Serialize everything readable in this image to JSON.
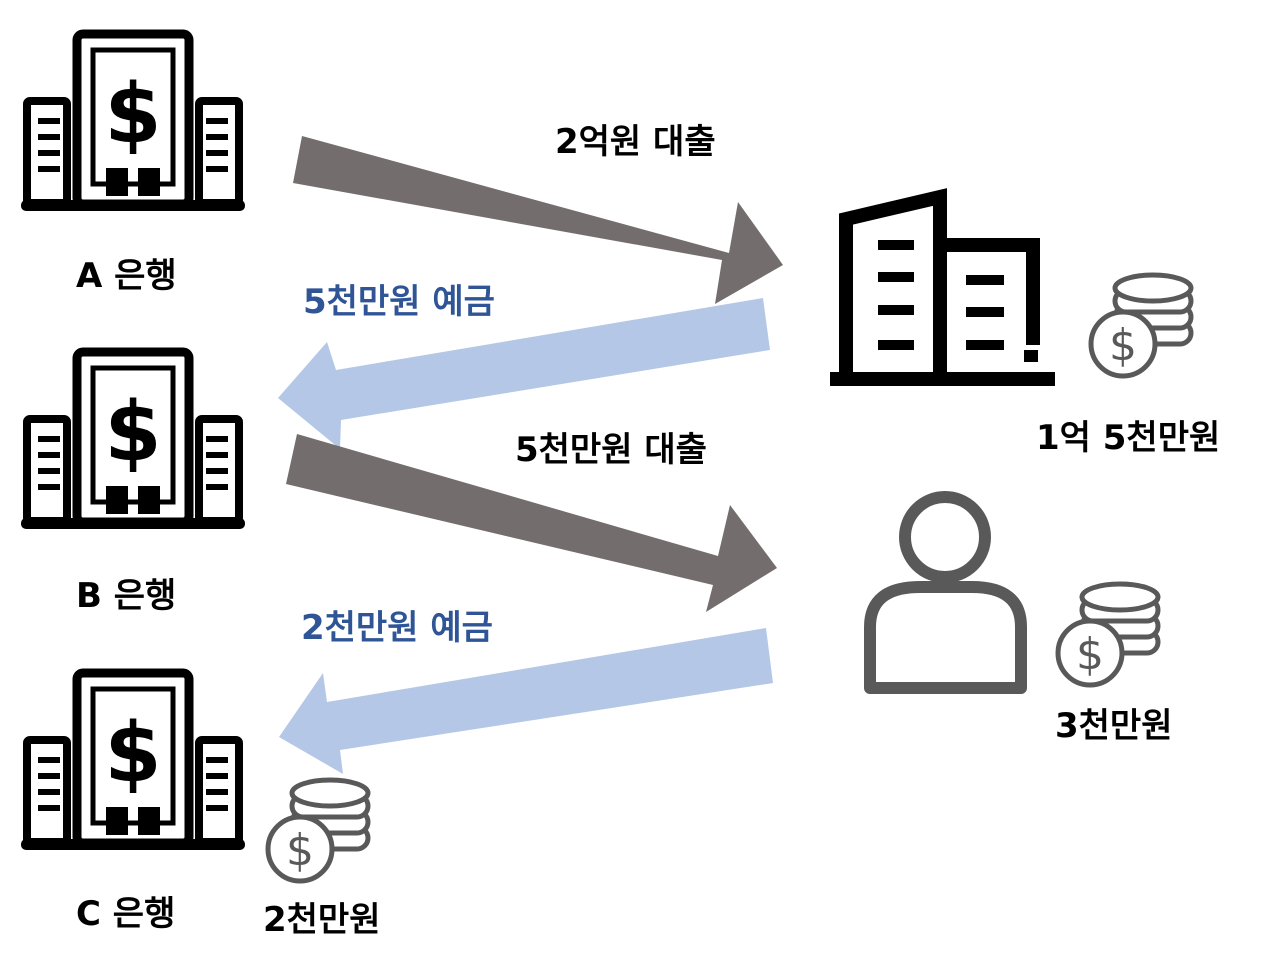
{
  "banks": {
    "a": {
      "name": "A 은행"
    },
    "b": {
      "name": "B 은행"
    },
    "c": {
      "name": "C 은행",
      "holding": "2천만원"
    }
  },
  "company": {
    "holding": "1억 5천만원"
  },
  "person": {
    "holding": "3천만원"
  },
  "flows": {
    "loan_a_to_company": "2억원 대출",
    "deposit_company_to_b": "5천만원 예금",
    "loan_b_to_person": "5천만원 대출",
    "deposit_person_to_c": "2천만원 예금"
  },
  "icons": {
    "bank": "bank-building-icon",
    "company": "office-building-icon",
    "person": "person-icon",
    "money": "coin-stack-icon"
  },
  "colors": {
    "loan_arrow": "#736e6d",
    "deposit_arrow": "#b4c7e7",
    "deposit_text": "#2f5597",
    "icon_dark": "#000000",
    "icon_gray": "#595959"
  }
}
